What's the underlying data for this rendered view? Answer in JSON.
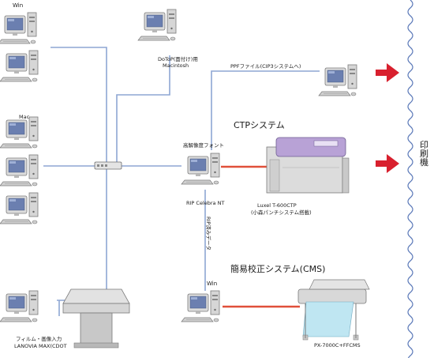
{
  "labels": {
    "win_top": "Win",
    "dotop_line1": "DoToP(面付け)用",
    "dotop_line2": "Macintosh",
    "ppf_file": "PPFファイル(CIP3システムへ)",
    "mac": "Mac",
    "ctp_system": "CTPシステム",
    "high_res_font": "高解像度フォント",
    "rip_celebra": "RIP Celebra NT",
    "luxel_line1": "Luxel T-600CTP",
    "luxel_line2": "(小森パンチシステム搭載)",
    "rip_data": "RIP済みデータ",
    "cms_system": "簡易校正システム(CMS)",
    "win_cms": "Win",
    "film_line1": "フィルム・画像入力",
    "film_line2": "LANOVIA MAX(CDOT",
    "px_printer": "PX-7000C+FFCMS",
    "printing_machine": "印刷機"
  },
  "colors": {
    "network_line": "#8ea6d4",
    "output_line": "#e0503a",
    "arrow": "#d8202e",
    "wavy_border": "#5a78b8",
    "device_body": "#d6d6d6",
    "monitor_screen": "#6b7fb0",
    "ctp_accent": "#b8a2d6",
    "printer_paper": "#bfe6f2"
  },
  "icons": {
    "computer": "desktop-computer-icon",
    "hub": "network-hub-icon",
    "ctp": "ctp-platesetter-icon",
    "scanner": "film-scanner-icon",
    "printer": "large-format-printer-icon",
    "arrow": "right-arrow-icon"
  }
}
